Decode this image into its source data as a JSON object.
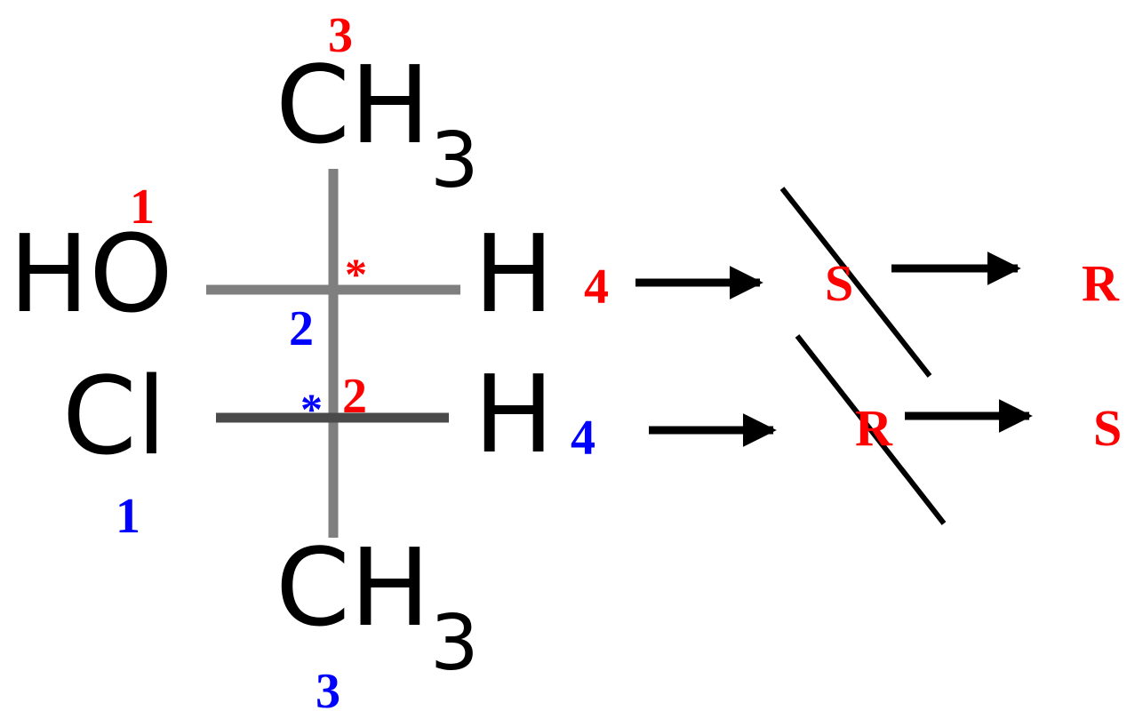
{
  "colors": {
    "red": "#ff0000",
    "blue": "#0000ff",
    "black": "#000000",
    "bond_gray": "#7f7f7f"
  },
  "top_center": {
    "top_group": {
      "main": "CH",
      "subscript": "3",
      "priority": "3"
    },
    "left_group": {
      "text": "HO",
      "priority": "1"
    },
    "right_group": {
      "text": "H",
      "priority": "4"
    },
    "star": "*",
    "center_priority": "2"
  },
  "bottom_center": {
    "bottom_group": {
      "main": "CH",
      "subscript": "3",
      "priority": "3"
    },
    "left_group": {
      "text": "Cl",
      "priority": "1"
    },
    "right_group": {
      "text": "H",
      "priority": "4"
    },
    "star": "*",
    "center_priority": "2"
  },
  "assignments": {
    "top": {
      "crossed": "S",
      "corrected": "R"
    },
    "bottom": {
      "crossed": "R",
      "corrected": "S"
    }
  }
}
